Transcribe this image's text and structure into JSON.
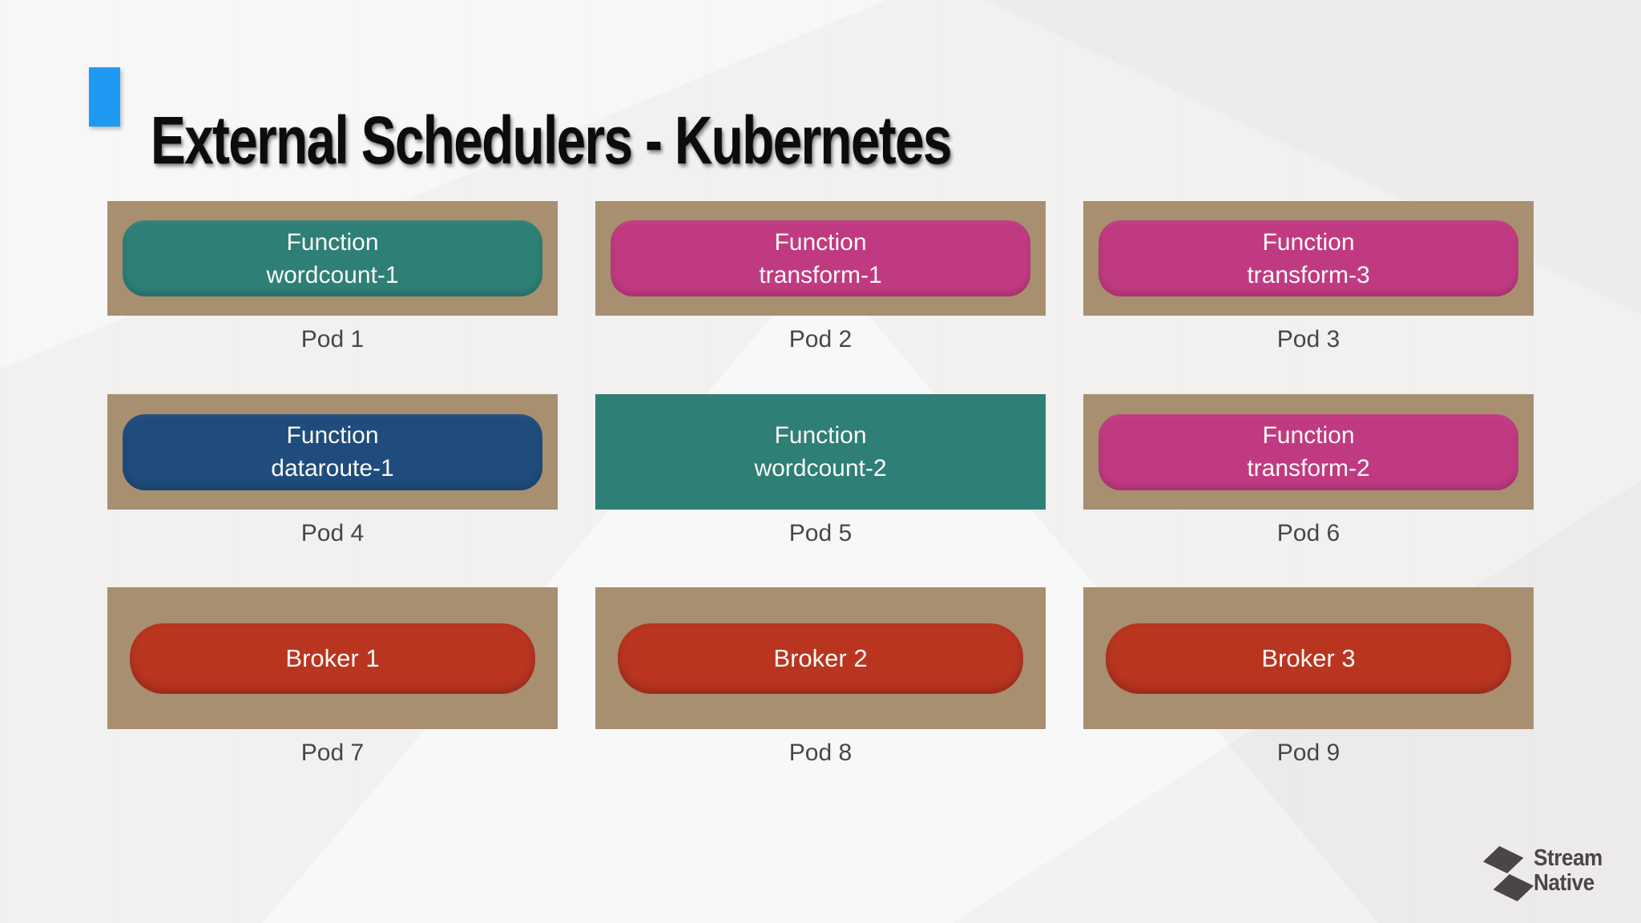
{
  "slide": {
    "title": "External Schedulers - Kubernetes"
  },
  "colors": {
    "accent_blue": "#1e9af2",
    "pod_frame_tan": "#a78f70",
    "teal": "#2e7f76",
    "pink": "#c03a82",
    "navy": "#1f4c7d",
    "brick_red": "#b93520",
    "label_gray": "#474747",
    "logo_gray": "#4b4546"
  },
  "pods": [
    {
      "name": "Pod 1",
      "lines": [
        "Function",
        "wordcount-1"
      ],
      "color": "#2e7f76"
    },
    {
      "name": "Pod 2",
      "lines": [
        "Function",
        "transform-1"
      ],
      "color": "#c03a82"
    },
    {
      "name": "Pod 3",
      "lines": [
        "Function",
        "transform-3"
      ],
      "color": "#c03a82"
    },
    {
      "name": "Pod 4",
      "lines": [
        "Function",
        "dataroute-1"
      ],
      "color": "#1f4c7d"
    },
    {
      "name": "Pod 5",
      "lines": [
        "Function",
        "wordcount-2"
      ],
      "color": "#2e7f76"
    },
    {
      "name": "Pod 6",
      "lines": [
        "Function",
        "transform-2"
      ],
      "color": "#c03a82"
    },
    {
      "name": "Pod 7",
      "lines": [
        "Broker 1"
      ],
      "color": "#b93520"
    },
    {
      "name": "Pod 8",
      "lines": [
        "Broker 2"
      ],
      "color": "#b93520"
    },
    {
      "name": "Pod 9",
      "lines": [
        "Broker 3"
      ],
      "color": "#b93520"
    }
  ],
  "logo": {
    "line1": "Stream",
    "line2": "Native"
  }
}
